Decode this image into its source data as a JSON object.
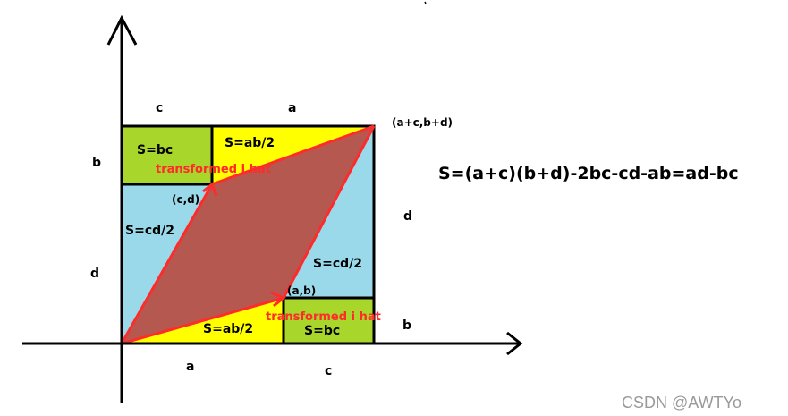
{
  "colors": {
    "light_blue": "#99d9ea",
    "yellow": "#ffff00",
    "green": "#a8d62a",
    "parallelogram": "#b5584f",
    "red": "#ff2b2b",
    "outline": "#000000"
  },
  "labels": {
    "top_c": "c",
    "top_a": "a",
    "corner_point": "(a+c,b+d)",
    "left_b": "b",
    "left_d": "d",
    "right_d": "d",
    "right_b": "b",
    "bottom_a": "a",
    "bottom_c": "c",
    "area_bc_top": "S=bc",
    "area_ab_top": "S=ab/2",
    "area_cd_left": "S=cd/2",
    "area_cd_right": "S=cd/2",
    "area_ab_bottom": "S=ab/2",
    "area_bc_bottom": "S=bc",
    "point_cd": "(c,d)",
    "point_ab": "(a,b)",
    "j_hat": "transformed j hat",
    "i_hat": "transformed i hat"
  },
  "formula": "S=(a+c)(b+d)-2bc-cd-ab=ad-bc",
  "watermark": "CSDN @AWTYo"
}
